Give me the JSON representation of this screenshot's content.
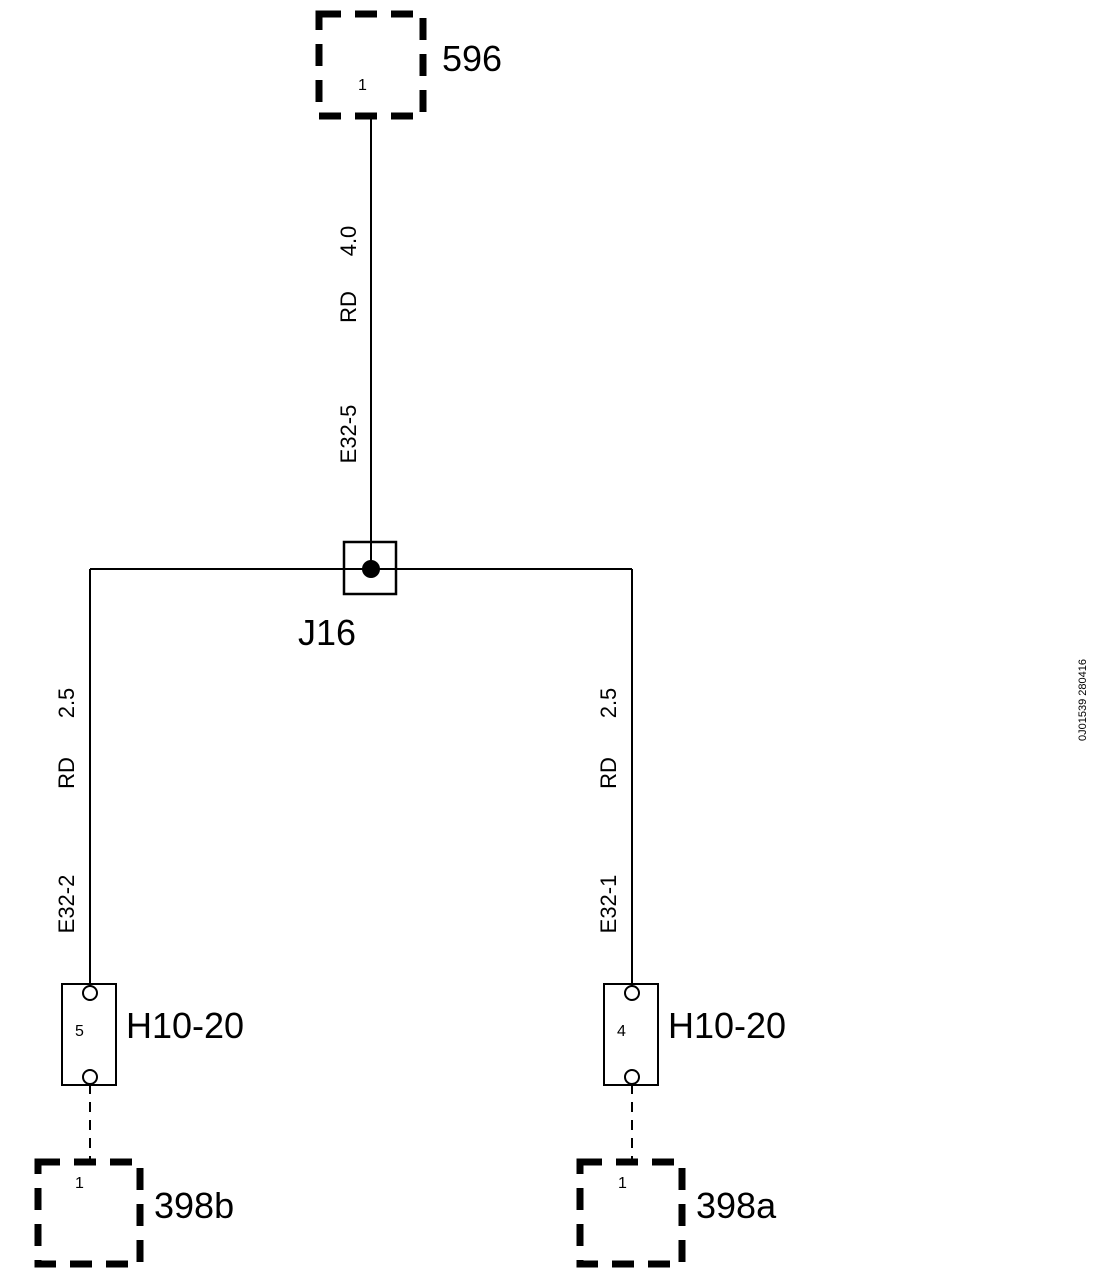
{
  "components": {
    "top": {
      "label": "596",
      "pin": "1"
    },
    "left_bottom": {
      "label": "398b",
      "pin": "1"
    },
    "right_bottom": {
      "label": "398a",
      "pin": "1"
    }
  },
  "junction": {
    "label": "J16"
  },
  "connectors": {
    "left": {
      "label": "H10-20",
      "pin": "5"
    },
    "right": {
      "label": "H10-20",
      "pin": "4"
    }
  },
  "wires": {
    "top": {
      "size": "4.0",
      "color": "RD",
      "id": "E32-5"
    },
    "left": {
      "size": "2.5",
      "color": "RD",
      "id": "E32-2"
    },
    "right": {
      "size": "2.5",
      "color": "RD",
      "id": "E32-1"
    }
  },
  "reference_code": "0J01539 280416"
}
